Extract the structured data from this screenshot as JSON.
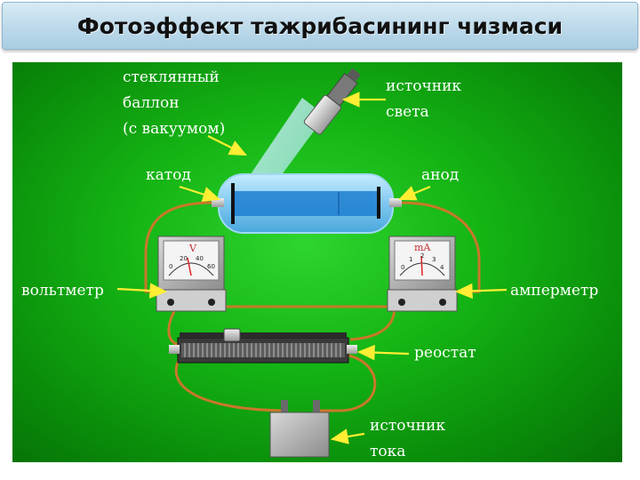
{
  "title": "Фотоэффект тажрибасининг чизмаси",
  "labels": {
    "balloon_line1": "стеклянный",
    "balloon_line2": "баллон",
    "balloon_line3": "(с вакуумом)",
    "light_line1": "источник",
    "light_line2": "света",
    "cathode": "катод",
    "anode": "анод",
    "voltmeter": "вольтметр",
    "ammeter": "амперметр",
    "rheostat": "реостат",
    "current_line1": "источник",
    "current_line2": "тока"
  },
  "voltmeter": {
    "unit": "V",
    "scale": [
      "0",
      "20",
      "40",
      "60"
    ]
  },
  "ammeter": {
    "unit": "mA",
    "scale": [
      "0",
      "1",
      "2",
      "3",
      "4"
    ]
  },
  "colors": {
    "background": "#14b414",
    "wire": "#c8782a",
    "label": "#ffffff",
    "arrow": "#ffee33",
    "tube": "#7fc8f0"
  }
}
